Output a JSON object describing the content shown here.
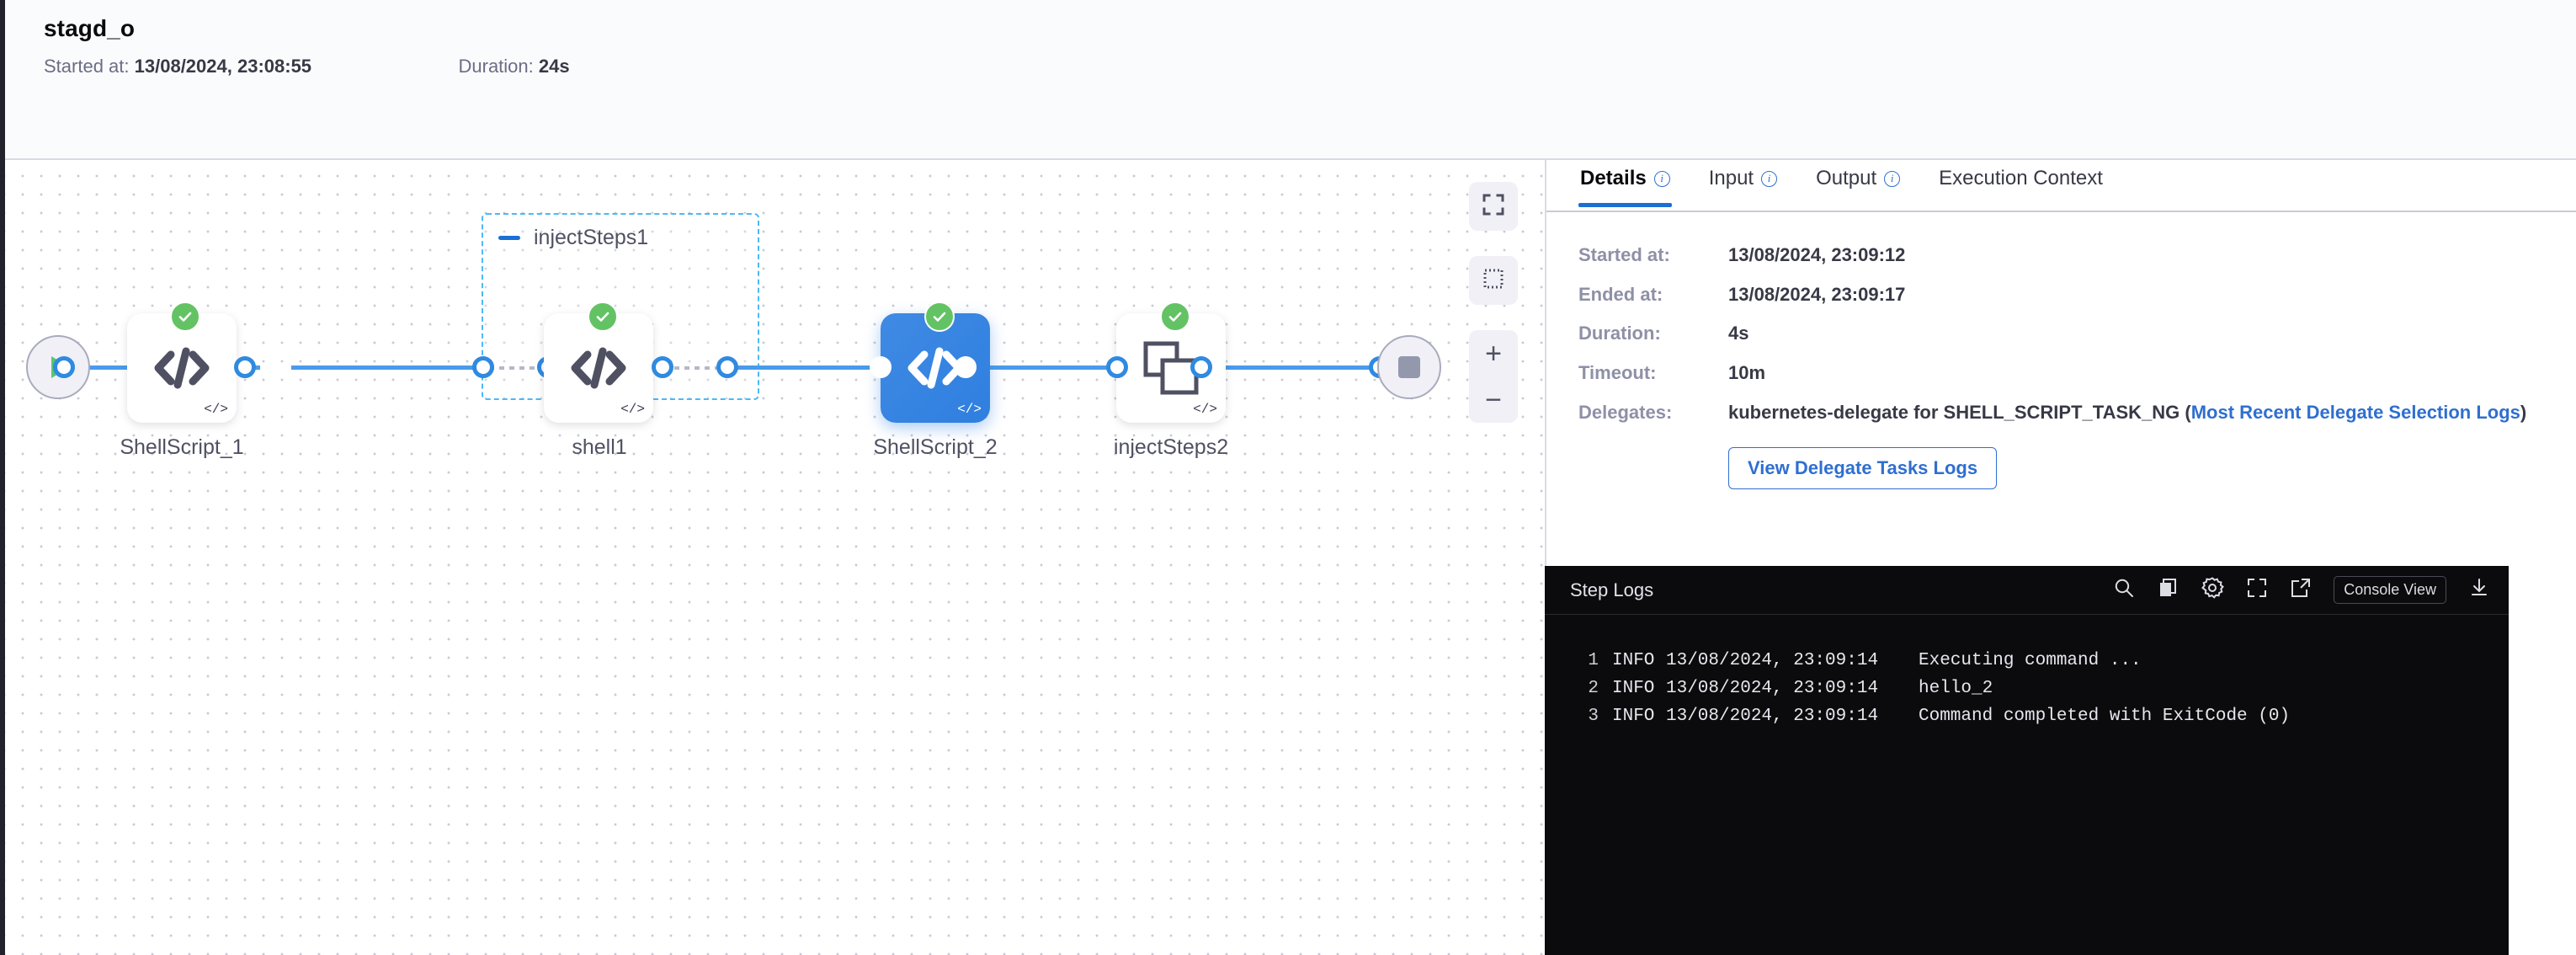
{
  "header": {
    "title": "stagd_o",
    "started_label": "Started at:",
    "started_value": "13/08/2024, 23:08:55",
    "duration_label": "Duration:",
    "duration_value": "24s"
  },
  "graph": {
    "group": {
      "label": "injectSteps1",
      "collapse_icon": "minus-icon"
    },
    "nodes": [
      {
        "id": "start",
        "label": "",
        "type": "start",
        "status": ""
      },
      {
        "id": "shellscript_1",
        "label": "ShellScript_1",
        "type": "shell",
        "status": "success"
      },
      {
        "id": "shell1",
        "label": "shell1",
        "type": "shell",
        "status": "success"
      },
      {
        "id": "shellscript_2",
        "label": "ShellScript_2",
        "type": "shell",
        "status": "success",
        "selected": true
      },
      {
        "id": "injectsteps2",
        "label": "injectSteps2",
        "type": "group",
        "status": "success"
      },
      {
        "id": "end",
        "label": "",
        "type": "end",
        "status": ""
      }
    ],
    "controls": [
      {
        "name": "fit-to-screen-button",
        "icon": "fit-screen-icon"
      },
      {
        "name": "selection-box-button",
        "icon": "dashed-square-icon"
      },
      {
        "name": "zoom-in-button",
        "icon": "plus-icon",
        "symbol": "+"
      },
      {
        "name": "zoom-out-button",
        "icon": "minus-icon",
        "symbol": "−"
      }
    ],
    "colors": {
      "edge": "#4a9bea",
      "selected_node": "#2f7fe0",
      "success": "#63c364",
      "group_border": "#4cb8f5"
    }
  },
  "right_panel": {
    "tabs": [
      {
        "label": "Details",
        "info": true,
        "active": true
      },
      {
        "label": "Input",
        "info": true,
        "active": false
      },
      {
        "label": "Output",
        "info": true,
        "active": false
      },
      {
        "label": "Execution Context",
        "info": false,
        "active": false
      }
    ],
    "details": {
      "started_at_label": "Started at:",
      "started_at_value": "13/08/2024, 23:09:12",
      "ended_at_label": "Ended at:",
      "ended_at_value": "13/08/2024, 23:09:17",
      "duration_label": "Duration:",
      "duration_value": "4s",
      "timeout_label": "Timeout:",
      "timeout_value": "10m",
      "delegates_label": "Delegates:",
      "delegates_value": "kubernetes-delegate for SHELL_SCRIPT_TASK_NG (",
      "delegates_link": "Most Recent Delegate Selection Logs",
      "delegates_suffix": ")",
      "view_logs_button": "View Delegate Tasks Logs"
    }
  },
  "logs": {
    "title": "Step Logs",
    "tools": [
      {
        "name": "search-icon"
      },
      {
        "name": "copy-icon"
      },
      {
        "name": "gear-icon"
      },
      {
        "name": "fullscreen-icon"
      },
      {
        "name": "external-link-icon"
      }
    ],
    "console_button": "Console View",
    "download_icon": "download-icon",
    "lines": [
      {
        "num": "1",
        "level": "INFO",
        "timestamp": "13/08/2024, 23:09:14",
        "message": "Executing command ..."
      },
      {
        "num": "2",
        "level": "INFO",
        "timestamp": "13/08/2024, 23:09:14",
        "message": "hello_2"
      },
      {
        "num": "3",
        "level": "INFO",
        "timestamp": "13/08/2024, 23:09:14",
        "message": "Command completed with ExitCode (0)"
      }
    ]
  }
}
